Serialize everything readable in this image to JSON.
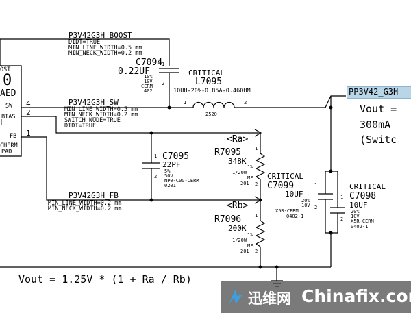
{
  "ic": {
    "pin_top": "OST",
    "big_char": "0",
    "pin_aed": "AED",
    "pin_l": "L",
    "pin_bias": "BIAS",
    "pin_sw": "SW",
    "pin_fb": "FB",
    "pin_cherm": "CHERM",
    "pin_pad": "PAD",
    "pin_num_sw": "4",
    "pin_num_bias": "2",
    "pin_num_fb": "1"
  },
  "nets": {
    "boost": {
      "name": "P3V42G3H_BOOST",
      "props": [
        "DIDT=TRUE",
        "MIN_LINE_WIDTH=0.5 mm",
        "MIN_NECK_WIDTH=0.2 mm"
      ]
    },
    "sw": {
      "name": "P3V42G3H_SW",
      "props": [
        "MIN_LINE_WIDTH=0.5 mm",
        "MIN_NECK_WIDTH=0.2 mm",
        "SWITCH_NODE=TRUE",
        "DIDT=TRUE"
      ]
    },
    "fb": {
      "name": "P3V42G3H_FB",
      "props": [
        "MIN_LINE_WIDTH=0.2 mm",
        "MIN_NECK_WIDTH=0.2 mm"
      ]
    },
    "out": {
      "name": "PP3V42_G3H"
    }
  },
  "components": {
    "c7094": {
      "ref": "C7094",
      "value": "0.22UF",
      "specs": [
        "10%",
        "10V",
        "CERM",
        "402"
      ],
      "pin1": "1",
      "pin2": "2"
    },
    "l7095": {
      "critical": "CRITICAL",
      "ref": "L7095",
      "value": "10UH-20%-0.85A-0.460HM",
      "pkg": "2520",
      "pin1": "1",
      "pin2": "2"
    },
    "c7095": {
      "ref": "C7095",
      "value": "22PF",
      "specs": [
        "5%",
        "50V",
        "NP0-C0G-CERM",
        "0201"
      ],
      "pin1": "1",
      "pin2": "2"
    },
    "r7095": {
      "tag": "<Ra>",
      "ref": "R7095",
      "value": "348K",
      "specs": [
        "1%",
        "1/20W",
        "MF",
        "201"
      ],
      "pin1": "1",
      "pin2": "2"
    },
    "r7096": {
      "tag": "<Rb>",
      "ref": "R7096",
      "value": "200K",
      "specs": [
        "1%",
        "1/20W",
        "MF",
        "201"
      ],
      "pin1": "1",
      "pin2": "2"
    },
    "c7099": {
      "critical": "CRITICAL",
      "ref": "C7099",
      "value": "10UF",
      "specs": [
        "20%",
        "10V",
        "X5R-CERM",
        "0402-1"
      ],
      "pin1": "1",
      "pin2": "2"
    },
    "c7098": {
      "critical": "CRITICAL",
      "ref": "C7098",
      "value": "10UF",
      "specs": [
        "20%",
        "10V",
        "X5R-CERM",
        "0402-1"
      ],
      "pin1": "1",
      "pin2": "2"
    }
  },
  "notes": {
    "vout_lines": [
      "Vout =",
      "300mA",
      "(Switc"
    ],
    "formula": "Vout = 1.25V * (1 + Ra / Rb)"
  },
  "watermark": {
    "cn": "迅维网",
    "en": "Chinafix.com"
  },
  "colors": {
    "highlight": "#b9d6e8",
    "wire": "#000000",
    "watermark_bg": "#464646"
  }
}
